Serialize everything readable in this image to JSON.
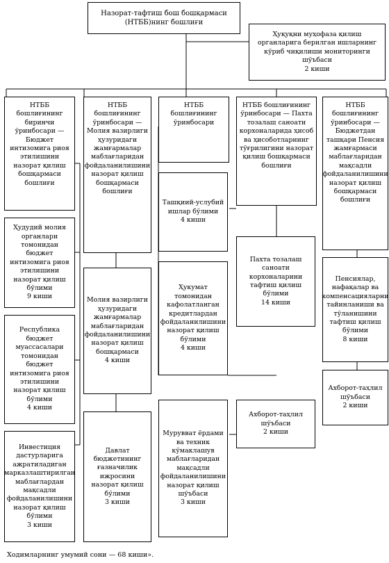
{
  "chart": {
    "head": "Назорат-тафтиш бош бошқармаси (НТББ)нинг бошлиғи",
    "rights_monitoring": "Ҳуқуқни муҳофаза қилиш органларига берилган ишларнинг кўриб чиқилиши мониторинги шўъбаси\n2 киши",
    "col1": {
      "deputy": "НТББ бошлиғининг биринчи ўринбосари — Бюджет интизомига риоя этилишини назорат қилиш бошқармаси бошлиғи",
      "units": [
        "Ҳудудий молия органлари томонидан бюджет интизомига риоя этилишини назорат қилиш бўлими\n9 киши",
        "Республика бюджет муассасалари томонидан бюджет интизомига риоя этилишини назорат қилиш бўлими\n4 киши",
        "Инвестиция дастурларига ажратиладиган марказлаштирилган маблағлардан мақсадли фойдаланилишини назорат қилиш бўлими\n3 киши"
      ]
    },
    "col2": {
      "deputy": "НТББ бошлиғининг ўринбосари — Молия вазирлиги ҳузуридаги жамғармалар маблағларидан фойдаланилишини назорат қилиш бошқармаси бошлиғи",
      "units": [
        "Молия вазирлиги ҳузуридаги жамғармалар маблағларидан фойдаланилишини назорат қилиш бошқармаси\n4 киши",
        "Давлат бюджетининг ғазначилик ижросини назорат қилиш бўлими\n3 киши"
      ]
    },
    "col3": {
      "deputy": "НТББ бошлиғининг ўринбосари",
      "units": [
        "Ташқиий-услубий ишлар бўлими\n4 киши",
        "Ҳукумат томонидан кафолатланган кредитлардан фойдаланилишини назорат қилиш бўлими\n4 киши",
        "Мурувват ёрдами ва техник кўмаклашув маблағларидан мақсадли фойдаланилишини назорат қилиш шўъбаси\n3 киши"
      ]
    },
    "col4": {
      "deputy": "НТББ бошлиғининг ўринбосари — Пахта тозалаш саноати корхоналарида ҳисоб ва ҳисоботларнинг тўғрилигини назорат қилиш бошқармаси бошлиғи",
      "units": [
        "Пахта тозалаш саноати корхоналарини тафтиш қилиш бўлими\n14 киши",
        "Ахборот-таҳлил шўъбаси\n2 киши"
      ]
    },
    "col5": {
      "deputy": "НТББ бошлиғининг ўринбосари — Бюджетдан ташқари Пенсия жамғармаси маблағларидан мақсадли фойдаланилишини назорат қилиш бошқармаси бошлиғи",
      "units": [
        "Пенсиялар, нафақалар ва компенсацияларни тайинланиши ва тўланишини тафтиш қилиш бўлими\n8 киши",
        "Ахборот-таҳлил шўъбаси\n2 киши"
      ]
    }
  },
  "footer": {
    "total": "Ходимларнинг умумий сони — 68 киши»."
  }
}
